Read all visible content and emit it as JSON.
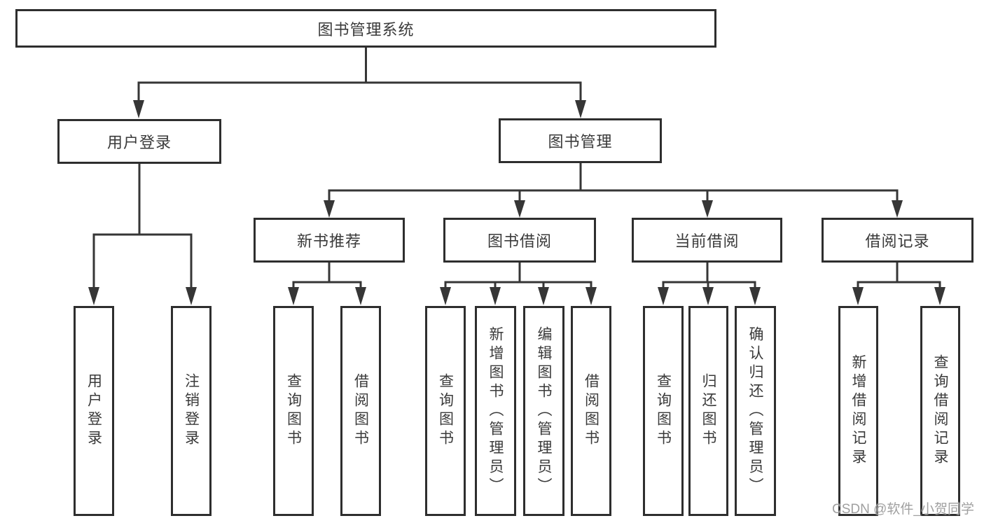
{
  "diagram_title": "图书管理系统",
  "nodes": {
    "root": "图书管理系统",
    "user_login": "用户登录",
    "book_mgmt": "图书管理",
    "new_book_rec": "新书推荐",
    "book_borrowing": "图书借阅",
    "current_borrowing": "当前借阅",
    "borrowing_records": "借阅记录",
    "leaf_user_login": "用户登录",
    "leaf_logout": "注销登录",
    "leaf_query_books_1": "查询图书",
    "leaf_borrow_books_1": "借阅图书",
    "leaf_query_books_2": "查询图书",
    "leaf_add_books": "新增图书（管理员）",
    "leaf_edit_books": "编辑图书（管理员）",
    "leaf_borrow_books_2": "借阅图书",
    "leaf_query_books_3": "查询图书",
    "leaf_return_books": "归还图书",
    "leaf_confirm_return": "确认归还（管理员）",
    "leaf_add_borrow_record": "新增借阅记录",
    "leaf_query_borrow_record": "查询借阅记录"
  },
  "hierarchy": {
    "图书管理系统": {
      "用户登录": [
        "用户登录",
        "注销登录"
      ],
      "图书管理": {
        "新书推荐": [
          "查询图书",
          "借阅图书"
        ],
        "图书借阅": [
          "查询图书",
          "新增图书（管理员）",
          "编辑图书（管理员）",
          "借阅图书"
        ],
        "当前借阅": [
          "查询图书",
          "归还图书",
          "确认归还（管理员）"
        ],
        "借阅记录": [
          "新增借阅记录",
          "查询借阅记录"
        ]
      }
    }
  },
  "watermark": "CSDN @软件_小贺同学",
  "colors": {
    "line": "#363636",
    "border": "#2e2e2e",
    "text": "#3a3a3a",
    "background": "#ffffff",
    "watermark": "#969696"
  }
}
